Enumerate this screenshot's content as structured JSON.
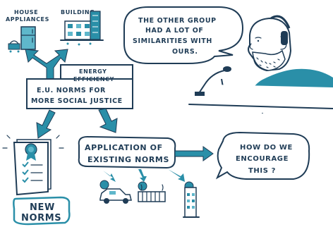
{
  "labels": {
    "house_appliances": [
      "HOUSE",
      "APPLIANCES"
    ],
    "building": "BUILDING",
    "energy_box_title": [
      "ENERGY",
      "EFFICIENCY"
    ],
    "energy_box_main": [
      "E.U. NORMS FOR",
      "MORE SOCIAL JUSTICE"
    ],
    "speech_bubble": [
      "THE OTHER GROUP",
      "HAD A LOT OF",
      "SIMILARITIES WITH",
      "OURS."
    ],
    "application_box": [
      "APPLICATION OF",
      "EXISTING NORMS"
    ],
    "encourage_bubble": [
      "HOW DO WE",
      "ENCOURAGE",
      "THIS ?"
    ],
    "new_norms_box": [
      "NEW",
      "NORMS"
    ]
  },
  "colors": {
    "ink": "#1f3c56",
    "teal": "#2a8fa8",
    "teal_light": "#5fb7cb"
  },
  "icons": [
    "house-appliances-icon",
    "building-icon",
    "document-checklist-icon",
    "car-icon",
    "radiator-icon",
    "building-small-icon",
    "microphone-icon",
    "headphones-icon",
    "speaker-person-icon"
  ]
}
